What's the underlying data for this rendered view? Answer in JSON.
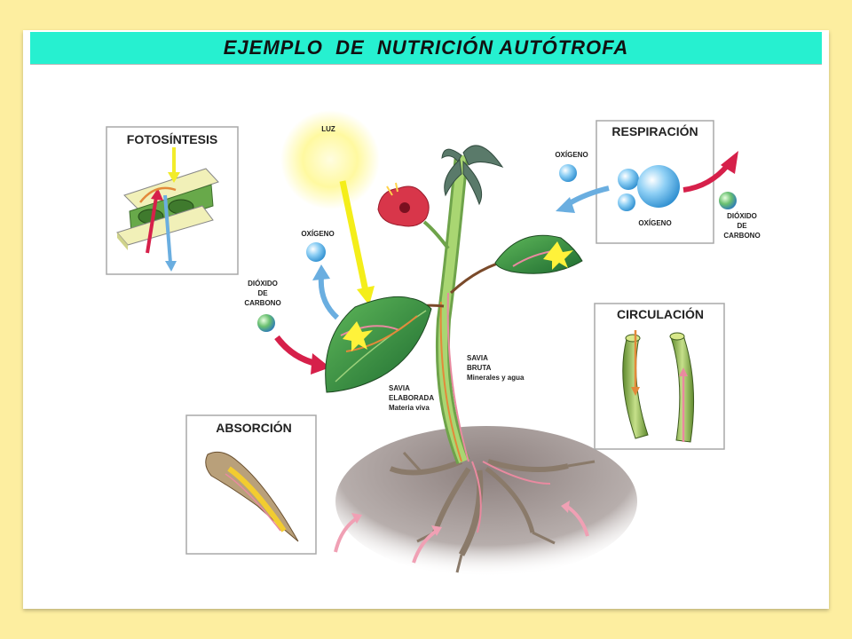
{
  "title": "EJEMPLO  DE  NUTRICIÓN AUTÓTROFA",
  "panels": {
    "fotosintesis": "FOTOSÍNTESIS",
    "respiracion": "RESPIRACIÓN",
    "circulacion": "CIRCULACIÓN",
    "absorcion": "ABSORCIÓN"
  },
  "labels": {
    "luz": "LUZ",
    "oxigeno_left": "OXÍGENO",
    "co2_left": [
      "DIÓXIDO",
      "DE",
      "CARBONO"
    ],
    "oxigeno_resp_top": "OXÍGENO",
    "oxigeno_resp_bottom": "OXÍGENO",
    "co2_resp": [
      "DIÓXIDO",
      "DE",
      "CARBONO"
    ],
    "savia_bruta": [
      "SAVIA",
      "BRUTA",
      "Minerales y agua"
    ],
    "savia_elaborada": [
      "SAVIA",
      "ELABORADA",
      "Materia viva"
    ]
  },
  "colors": {
    "background": "#fdeea0",
    "title_bar": "#26f0d0",
    "leaf": "#2e8b3e",
    "stem": "#8fc85a",
    "arrow_red": "#d6204a",
    "arrow_blue": "#6aaee0",
    "arrow_yellow": "#f4ee1a",
    "soil": "#9a8e8c"
  }
}
